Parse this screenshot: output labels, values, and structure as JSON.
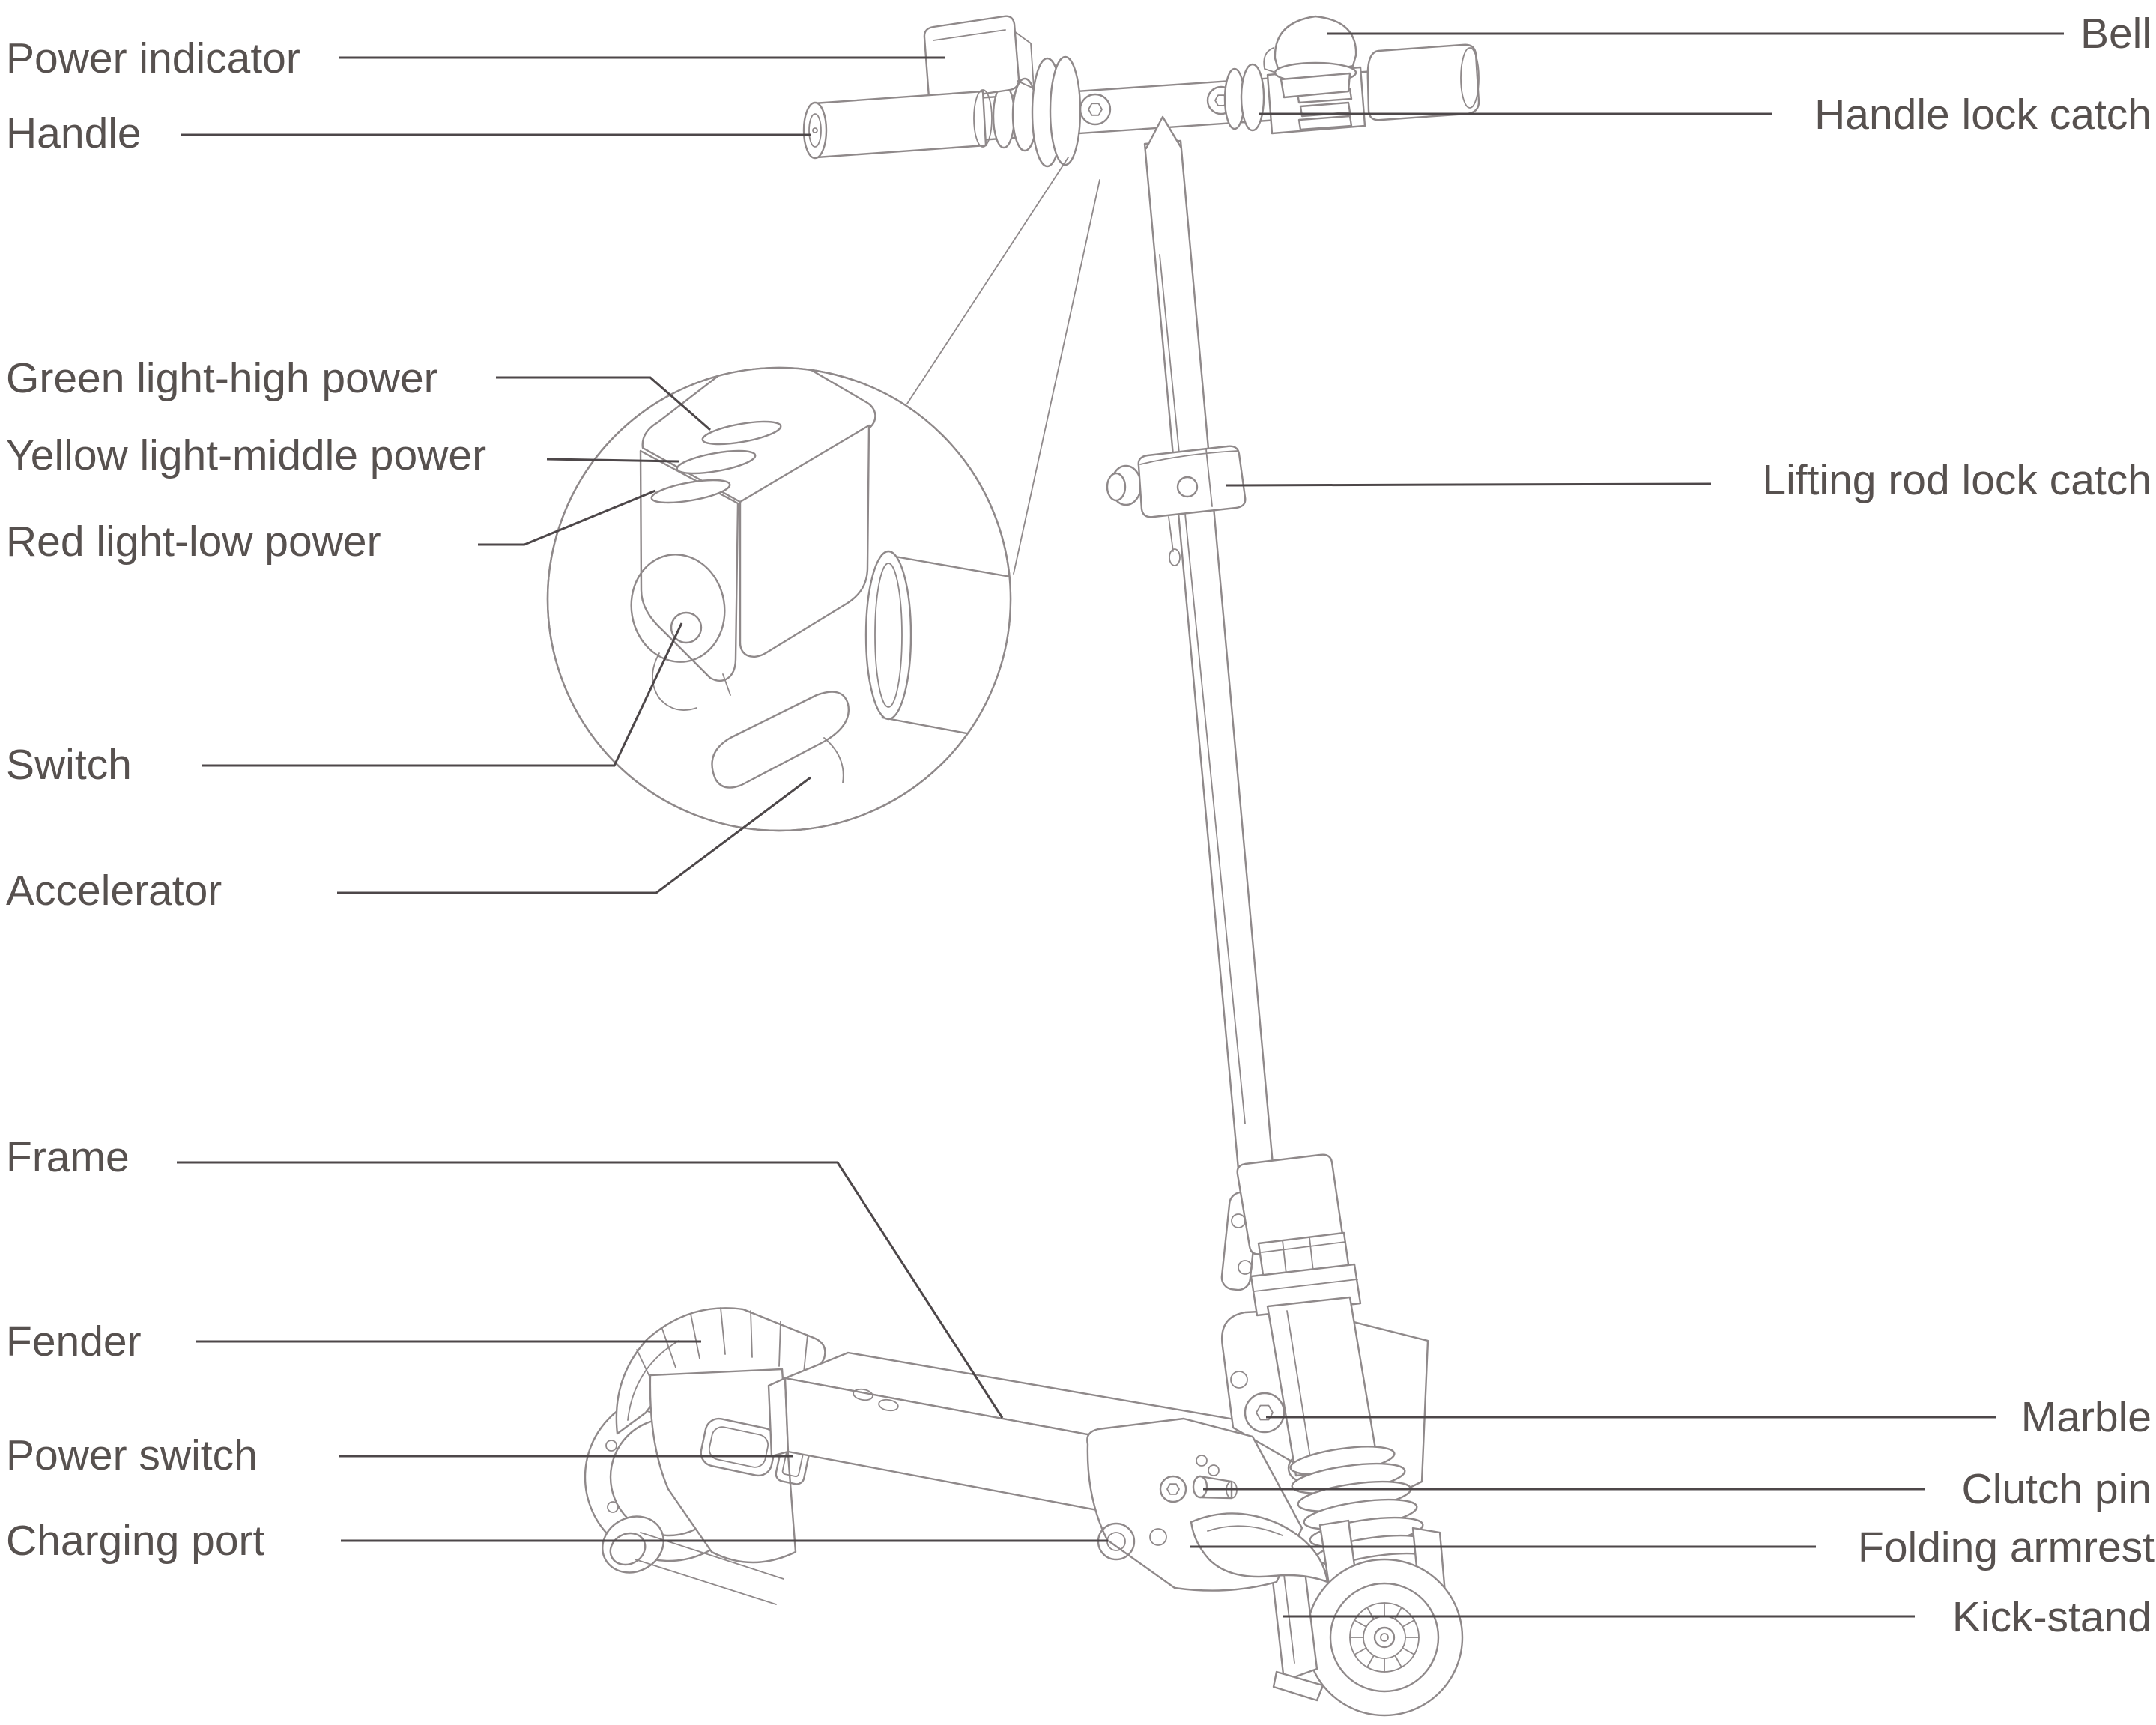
{
  "figure": {
    "type": "parts-diagram",
    "subject": "folding electric scooter"
  },
  "colors": {
    "background": "#ffffff",
    "artwork_line": "#8f898a",
    "leader_line": "#4d4749",
    "label_text": "#57514f"
  },
  "labels": {
    "left": [
      {
        "id": "power-indicator",
        "text": "Power indicator"
      },
      {
        "id": "handle",
        "text": "Handle"
      },
      {
        "id": "green-light",
        "text": "Green light-high power"
      },
      {
        "id": "yellow-light",
        "text": "Yellow light-middle power"
      },
      {
        "id": "red-light",
        "text": "Red light-low power"
      },
      {
        "id": "switch",
        "text": "Switch"
      },
      {
        "id": "accelerator",
        "text": "Accelerator"
      },
      {
        "id": "frame",
        "text": "Frame"
      },
      {
        "id": "fender",
        "text": "Fender"
      },
      {
        "id": "power-switch",
        "text": "Power switch"
      },
      {
        "id": "charging-port",
        "text": "Charging port"
      }
    ],
    "right": [
      {
        "id": "bell",
        "text": "Bell"
      },
      {
        "id": "handle-lock-catch",
        "text": "Handle lock catch"
      },
      {
        "id": "lifting-rod-lock-catch",
        "text": "Lifting rod lock catch"
      },
      {
        "id": "marble",
        "text": "Marble"
      },
      {
        "id": "clutch-pin",
        "text": "Clutch pin"
      },
      {
        "id": "folding-armrest",
        "text": "Folding armrest"
      },
      {
        "id": "kick-stand",
        "text": "Kick-stand"
      }
    ]
  }
}
